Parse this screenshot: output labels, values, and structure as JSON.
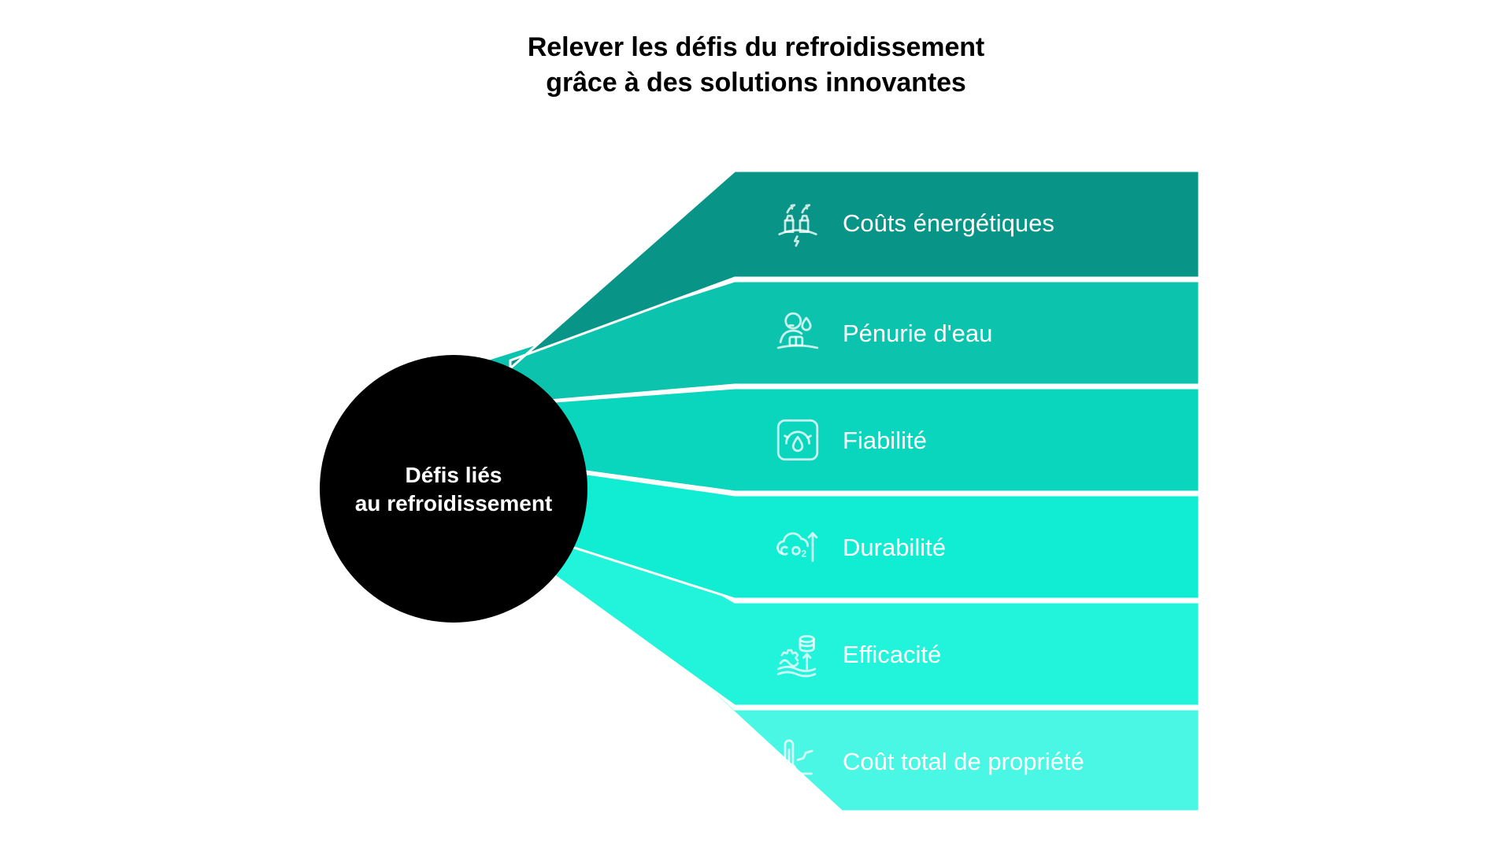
{
  "title": {
    "line1": "Relever les défis du refroidissement",
    "line2": "grâce à des solutions innovantes"
  },
  "hub": {
    "line1": "Défis liés",
    "line2": "au refroidissement",
    "color": "#000000",
    "text_color": "#ffffff"
  },
  "bands": [
    {
      "label": "Coûts énergétiques",
      "icon": "power-plant-icon",
      "color": "#089587"
    },
    {
      "label": "Pénurie d'eau",
      "icon": "water-scarcity-icon",
      "color": "#0cc4ae"
    },
    {
      "label": "Fiabilité",
      "icon": "gauge-icon",
      "color": "#0ad5bd"
    },
    {
      "label": "Durabilité",
      "icon": "co2-cloud-arrow-icon",
      "color": "#11edd2"
    },
    {
      "label": "Efficacité",
      "icon": "gear-water-arrow-icon",
      "color": "#22f4dc"
    },
    {
      "label": "Coût total de propriété",
      "icon": "thermometer-trend-icon",
      "color": "#49f7e4"
    }
  ],
  "palette": {
    "background": "#ffffff",
    "divider": "#ffffff",
    "title_color": "#000000",
    "label_color": "#ffffff",
    "icon_color": "rgba(255,255,255,0.78)"
  }
}
